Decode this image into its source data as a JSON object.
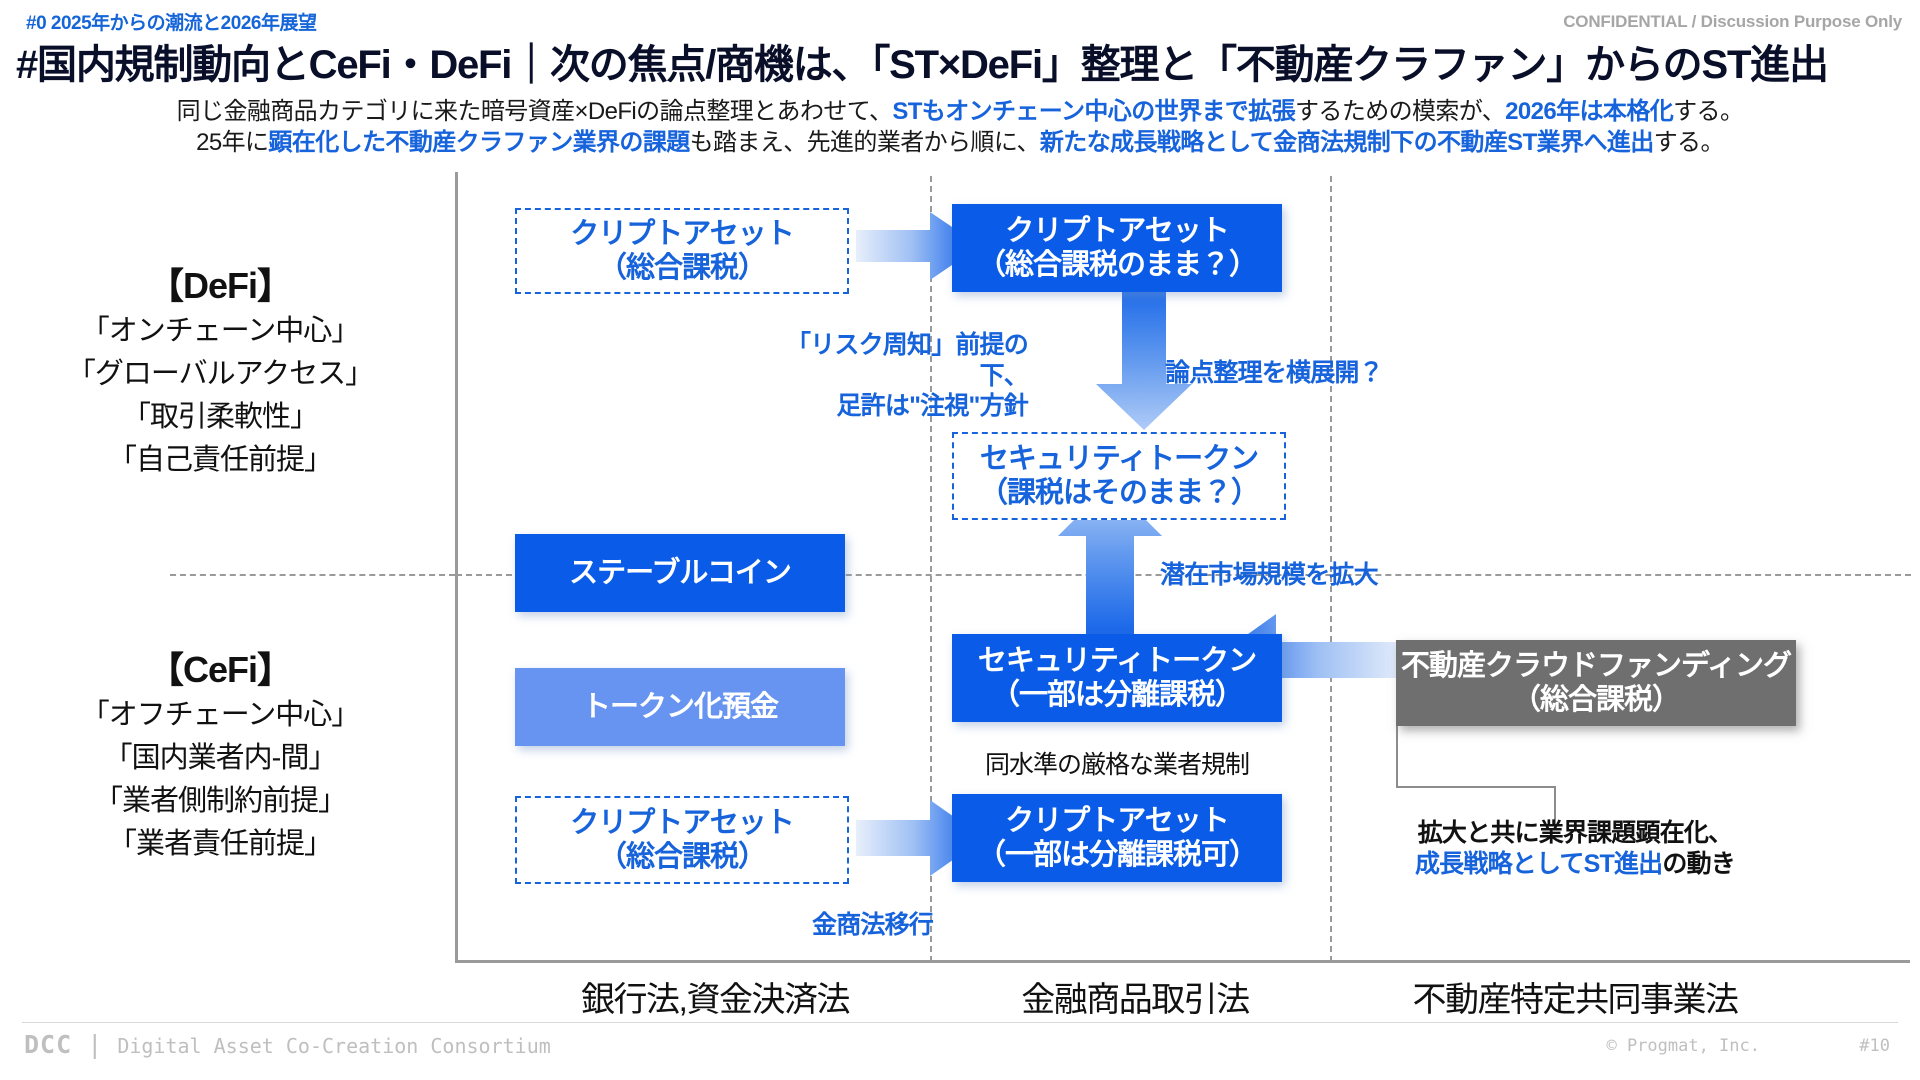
{
  "header": {
    "eyebrow": "#0  2025年からの潮流と2026年展望",
    "confidential": "CONFIDENTIAL / Discussion Purpose Only",
    "headline": "#国内規制動向とCeFi・DeFi｜次の焦点/商機は、「ST×DeFi」整理と「不動産クラファン」からのST進出"
  },
  "lead": {
    "line1_a": "同じ金融商品カテゴリに来た暗号資産×DeFiの論点整理とあわせて、",
    "line1_b": "STもオンチェーン中心の世界まで拡張",
    "line1_c": "するための模索が、",
    "line1_d": "2026年は本格化",
    "line1_e": "する。",
    "line2_a": "25年に",
    "line2_b": "顕在化した不動産クラファン業界の課題",
    "line2_c": "も踏まえ、先進的業者から順に、",
    "line2_d": "新たな成長戦略として金商法規制下の不動産ST業界へ進出",
    "line2_e": "する。"
  },
  "categories": {
    "defi": {
      "title": "【DeFi】",
      "items": [
        "「オンチェーン中心」",
        "「グローバルアクセス」",
        "「取引柔軟性」",
        "「自己責任前提」"
      ]
    },
    "cefi": {
      "title": "【CeFi】",
      "items": [
        "「オフチェーン中心」",
        "「国内業者内-間」",
        "「業者側制約前提」",
        "「業者責任前提」"
      ]
    }
  },
  "boxes": {
    "crypto_defi_before": {
      "line1": "クリプトアセット",
      "line2": "（総合課税）"
    },
    "crypto_defi_after": {
      "line1": "クリプトアセット",
      "line2": "（総合課税のまま？）"
    },
    "st_defi": {
      "line1": "セキュリティトークン",
      "line2": "（課税はそのまま？）"
    },
    "stablecoin": {
      "line1": "ステーブルコイン",
      "line2": ""
    },
    "tokenized_deposit": {
      "line1": "トークン化預金",
      "line2": ""
    },
    "st_cefi": {
      "line1": "セキュリティトークン",
      "line2": "（一部は分離課税）"
    },
    "realestate_cf": {
      "line1": "不動産クラウドファンディング",
      "line2": "（総合課税）"
    },
    "crypto_cefi_before": {
      "line1": "クリプトアセット",
      "line2": "（総合課税）"
    },
    "crypto_cefi_after": {
      "line1": "クリプトアセット",
      "line2": "（一部は分離課税可）"
    }
  },
  "annotations": {
    "risk_notice": {
      "line1": "「リスク周知」前提の下、",
      "line2": "足許は\"注視\"方針"
    },
    "lateral_rollout": "論点整理を横展開？",
    "potential_market": "潜在市場規模を拡大",
    "same_level_regulation": "同水準の厳格な業者規制",
    "fiea_transition": "金商法移行",
    "growth_strategy": {
      "line1": "拡大と共に業界課題顕在化、",
      "line2_hl": "成長戦略としてST進出",
      "line2_tail": "の動き"
    }
  },
  "axis_labels": [
    "銀行法,資金決済法",
    "金融商品取引法",
    "不動産特定共同事業法"
  ],
  "footer": {
    "brand_short": "DCC",
    "brand_full": "Digital Asset Co-Creation Consortium",
    "copyright": "©  Progmat, Inc.",
    "page": "#10"
  },
  "colors": {
    "accent_blue": "#1663DC",
    "box_blue": "#0A5CE8",
    "box_light_blue": "#6694F0",
    "box_gray": "#6F6F6F",
    "muted": "#BFBFBF"
  }
}
